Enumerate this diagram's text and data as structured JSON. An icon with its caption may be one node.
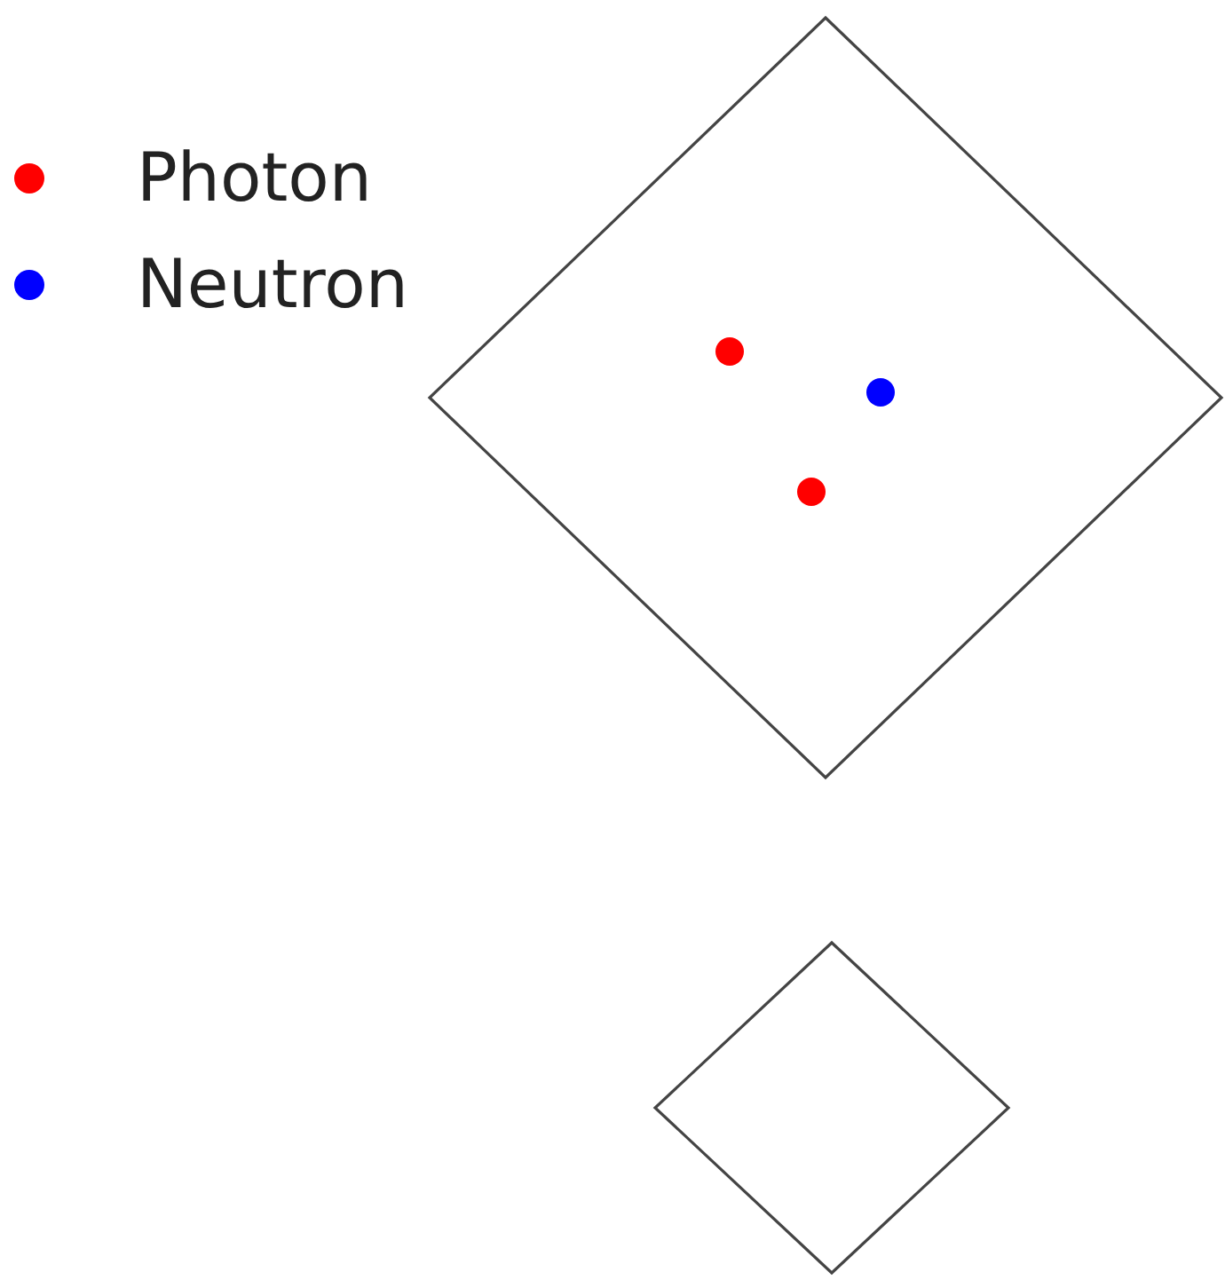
{
  "diagram": {
    "nodes": [
      {
        "text": [],
        "shape": "diamond"
      },
      {
        "text": [],
        "shape": "diamond"
      }
    ],
    "legend": [
      {
        "text": "Photon",
        "color": "#ff0000"
      },
      {
        "text": "Neutron",
        "color": "#0000ff"
      }
    ]
  }
}
